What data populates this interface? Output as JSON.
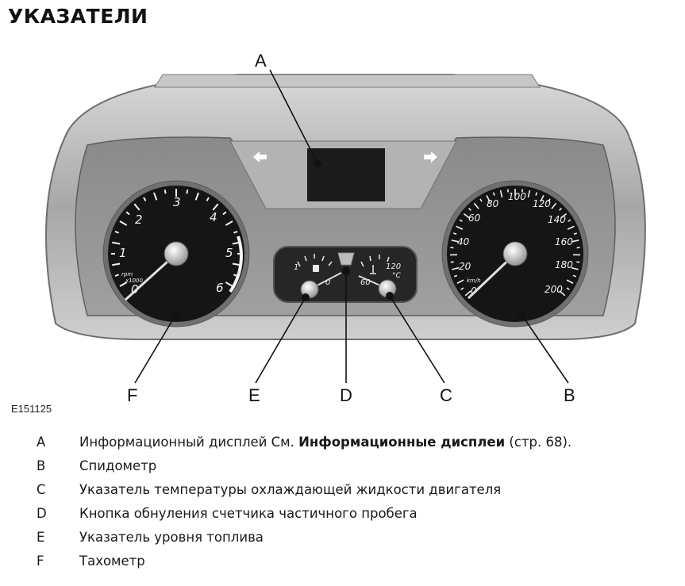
{
  "title": "УКАЗАТЕЛИ",
  "figure": {
    "id": "E151125",
    "callouts": {
      "A": "A",
      "B": "B",
      "C": "C",
      "D": "D",
      "E": "E",
      "F": "F"
    },
    "tachometer": {
      "numbers": [
        "1",
        "2",
        "3",
        "4",
        "5",
        "6",
        "0"
      ],
      "unit_top": "rpm",
      "unit_bottom": "x1000"
    },
    "speedometer": {
      "numbers": [
        "20",
        "40",
        "60",
        "80",
        "100",
        "120",
        "140",
        "160",
        "180",
        "200",
        "0"
      ],
      "unit": "km/h"
    },
    "fuel_gauge": {
      "empty": "0",
      "full": "1"
    },
    "temp_gauge": {
      "low": "60",
      "high": "120",
      "unit": "°C"
    }
  },
  "legend": [
    {
      "key": "A",
      "text": "Информационный дисплей  См. ",
      "xref": "Информационные дисплеи",
      "suffix": " (стр. 68)."
    },
    {
      "key": "B",
      "text": "Спидометр"
    },
    {
      "key": "C",
      "text": "Указатель температуры охлаждающей жидкости двигателя"
    },
    {
      "key": "D",
      "text": "Кнопка обнуления счетчика частичного пробега"
    },
    {
      "key": "E",
      "text": "Указатель уровня топлива"
    },
    {
      "key": "F",
      "text": "Тахометр"
    }
  ]
}
